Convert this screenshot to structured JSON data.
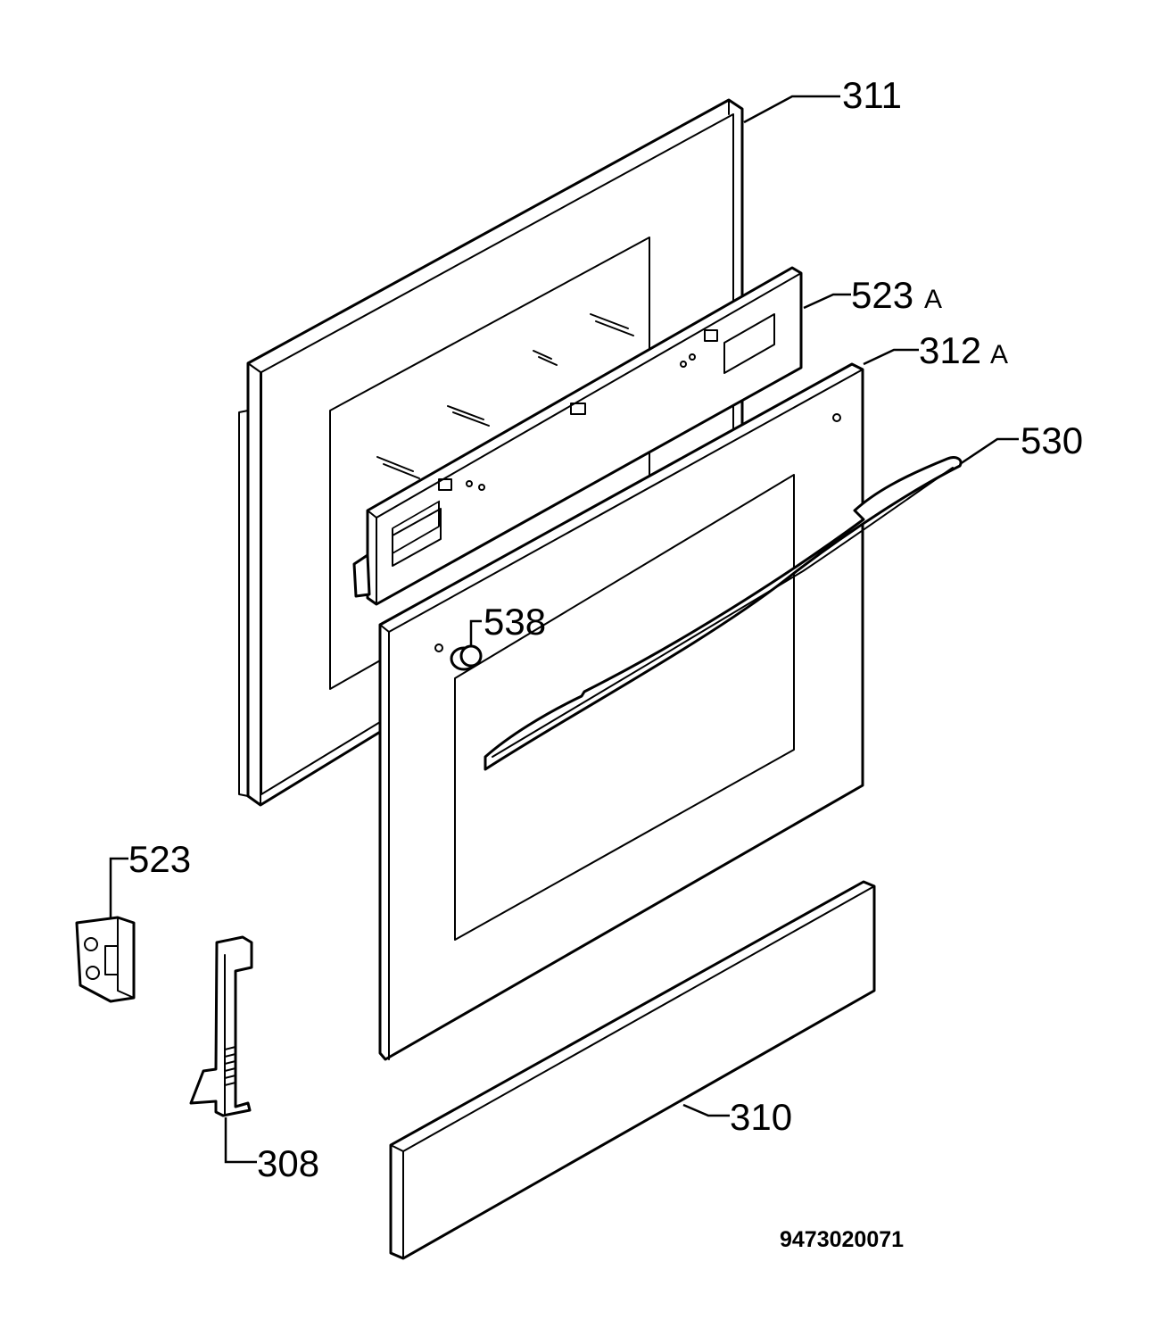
{
  "callouts": {
    "p311": "311",
    "p523a_num": "523",
    "p523a_suffix": "A",
    "p312a_num": "312",
    "p312a_suffix": "A",
    "p530": "530",
    "p538": "538",
    "p523": "523",
    "p308": "308",
    "p310": "310"
  },
  "document_number": "9473020071"
}
